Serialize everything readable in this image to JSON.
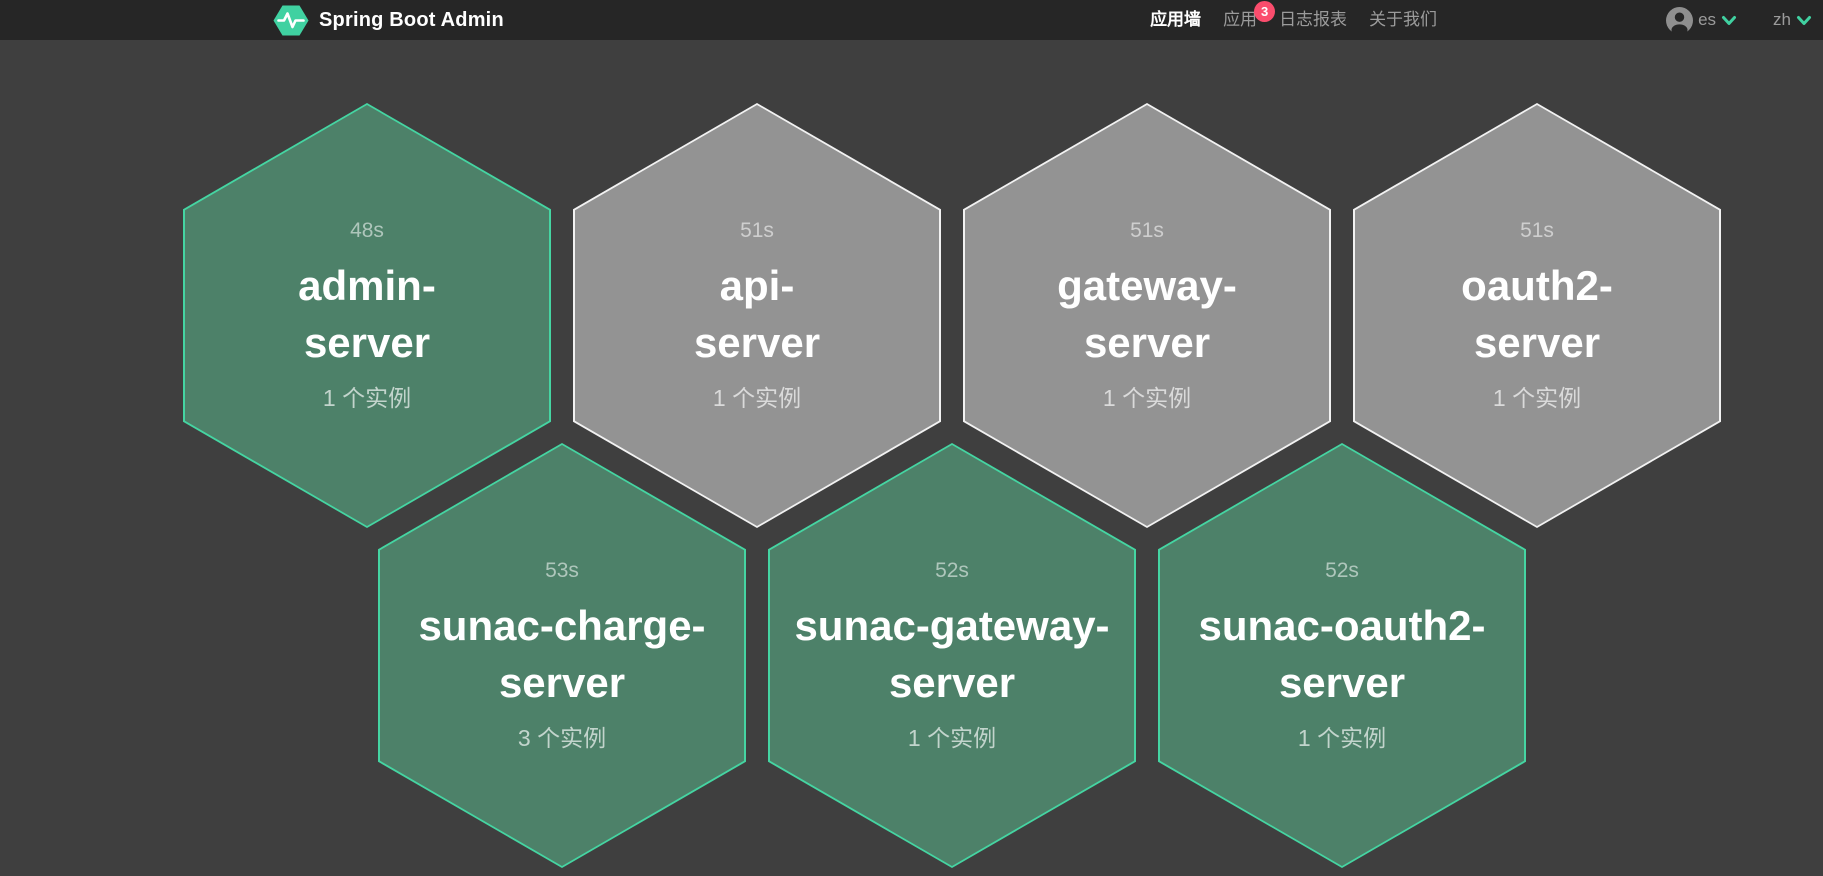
{
  "navbar": {
    "brand": {
      "title": "Spring Boot Admin",
      "logo_icon": "pulse-hexagon-icon"
    },
    "items": [
      {
        "key": "wall",
        "label": "应用墙",
        "active": true
      },
      {
        "key": "applications",
        "label": "应用",
        "active": false,
        "badge": "3"
      },
      {
        "key": "journal",
        "label": "日志报表",
        "active": false
      },
      {
        "key": "about",
        "label": "关于我们",
        "active": false
      }
    ],
    "user": {
      "icon": "user-icon",
      "label": "es",
      "chevron": "chevron-down-icon"
    },
    "language": {
      "label": "zh",
      "chevron": "chevron-down-icon"
    }
  },
  "colors": {
    "navbar_bg": "#262626",
    "page_bg": "#3f3f3f",
    "accent_green": "#40d1a1",
    "badge_red": "#fb4d6d",
    "status_up_fill": "#4d8169",
    "status_up_border": "#45d5a2",
    "status_unknown_fill": "#939393",
    "status_unknown_border": "#f2f2f2"
  },
  "wall": {
    "applications": [
      {
        "name": "admin-server",
        "name_lines": [
          "admin-",
          "server"
        ],
        "timer": "48s",
        "instances": "1 个实例",
        "status": "up",
        "row": 0,
        "col": 0
      },
      {
        "name": "api-server",
        "name_lines": [
          "api-",
          "server"
        ],
        "timer": "51s",
        "instances": "1 个实例",
        "status": "unknown",
        "row": 0,
        "col": 1
      },
      {
        "name": "gateway-server",
        "name_lines": [
          "gateway-",
          "server"
        ],
        "timer": "51s",
        "instances": "1 个实例",
        "status": "unknown",
        "row": 0,
        "col": 2
      },
      {
        "name": "oauth2-server",
        "name_lines": [
          "oauth2-",
          "server"
        ],
        "timer": "51s",
        "instances": "1 个实例",
        "status": "unknown",
        "row": 0,
        "col": 3
      },
      {
        "name": "sunac-charge-server",
        "name_lines": [
          "sunac-charge-",
          "server"
        ],
        "timer": "53s",
        "instances": "3 个实例",
        "status": "up",
        "row": 1,
        "col": 0
      },
      {
        "name": "sunac-gateway-server",
        "name_lines": [
          "sunac-gateway-",
          "server"
        ],
        "timer": "52s",
        "instances": "1 个实例",
        "status": "up",
        "row": 1,
        "col": 1
      },
      {
        "name": "sunac-oauth2-server",
        "name_lines": [
          "sunac-oauth2-",
          "server"
        ],
        "timer": "52s",
        "instances": "1 个实例",
        "status": "up",
        "row": 1,
        "col": 2
      }
    ]
  }
}
